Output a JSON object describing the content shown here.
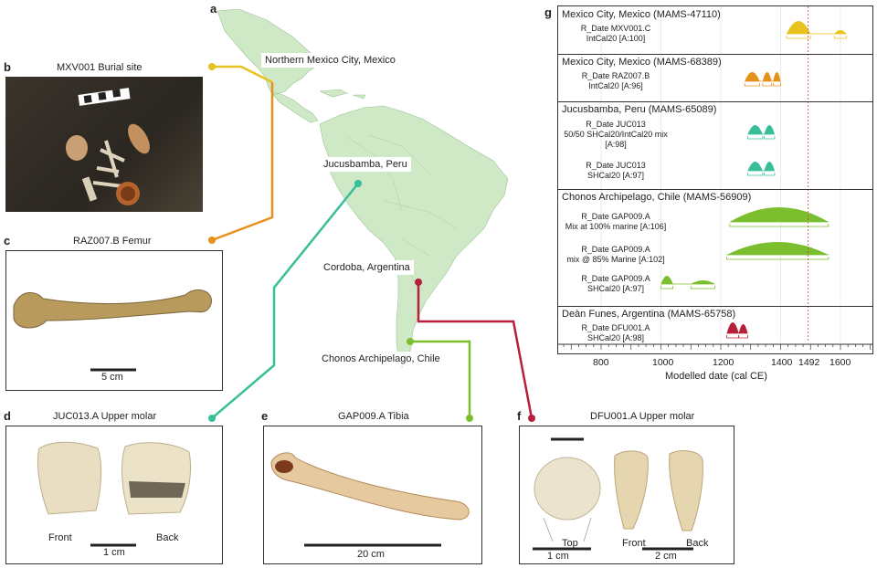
{
  "panels": {
    "a": {
      "letter": "a"
    },
    "b": {
      "letter": "b",
      "caption": "MXV001 Burial site"
    },
    "c": {
      "letter": "c",
      "caption": "RAZ007.B Femur",
      "scale": "5 cm"
    },
    "d": {
      "letter": "d",
      "caption": "JUC013.A Upper molar",
      "front": "Front",
      "back": "Back",
      "scale": "1 cm"
    },
    "e": {
      "letter": "e",
      "caption": "GAP009.A Tibia",
      "scale": "20 cm"
    },
    "f": {
      "letter": "f",
      "caption": "DFU001.A Upper molar",
      "top": "Top",
      "front": "Front",
      "back": "Back",
      "scale1": "1 cm",
      "scale2": "2 cm"
    },
    "g": {
      "letter": "g"
    }
  },
  "map_labels": {
    "mexico": "Northern Mexico City, Mexico",
    "peru": "Jucusbamba, Peru",
    "cordoba": "Cordoba, Argentina",
    "chonos": "Chonos Archipelago, Chile"
  },
  "colors": {
    "mexico": "#e8c21f",
    "mexico2": "#e6911c",
    "peru": "#38bf9a",
    "chile": "#7bbf2e",
    "argentina": "#b7203a",
    "land": "#cfe8c6"
  },
  "radiocarbon": {
    "sections": [
      {
        "header": "Mexico City, Mexico (MAMS-47110)",
        "rows": [
          {
            "label": [
              "R_Date MXV001.C",
              "IntCal20 [A:100]"
            ],
            "color": "#e8c21f"
          }
        ]
      },
      {
        "header": "Mexico City, Mexico (MAMS-68389)",
        "rows": [
          {
            "label": [
              "R_Date RAZ007.B",
              "IntCal20 [A:96]"
            ],
            "color": "#e6911c"
          }
        ]
      },
      {
        "header": "Jucusbamba, Peru (MAMS-65089)",
        "rows": [
          {
            "label": [
              "R_Date JUC013",
              "50/50 SHCal20/IntCal20 mix",
              "[A:98]"
            ],
            "color": "#38bf9a"
          },
          {
            "label": [
              "R_Date JUC013",
              "SHCal20 [A:97]"
            ],
            "color": "#38bf9a"
          }
        ]
      },
      {
        "header": "Chonos Archipelago, Chile (MAMS-56909)",
        "rows": [
          {
            "label": [
              "R_Date GAP009.A",
              "Mix at 100% marine [A:106]"
            ],
            "color": "#7bbf2e"
          },
          {
            "label": [
              "R_Date GAP009.A",
              "mix @ 85% Marine [A:102]"
            ],
            "color": "#7bbf2e"
          },
          {
            "label": [
              "R_Date GAP009.A",
              "SHCal20 [A:97]"
            ],
            "color": "#7bbf2e"
          }
        ]
      },
      {
        "header": "Deàn Funes, Argentina (MAMS-65758)",
        "rows": [
          {
            "label": [
              "R_Date DFU001.A",
              "SHCal20 [A:98]"
            ],
            "color": "#b7203a"
          }
        ]
      }
    ],
    "axis_ticks": [
      "800",
      "1000",
      "1200",
      "1400",
      "1492",
      "1600"
    ],
    "xlabel": "Modelled date (cal CE)"
  }
}
